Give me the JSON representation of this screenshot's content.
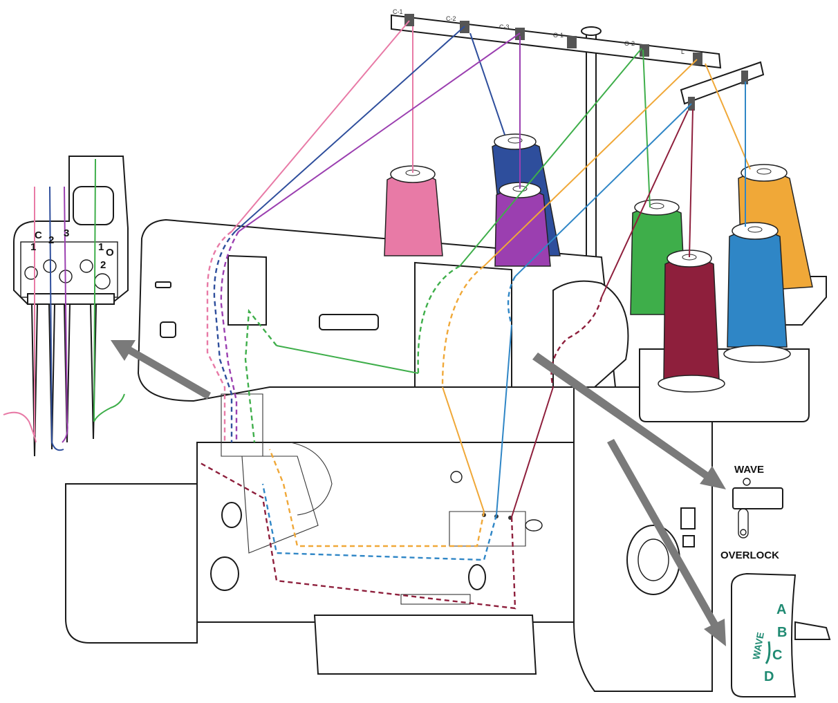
{
  "colors": {
    "pink": "#e87aa6",
    "navy": "#2e4e9c",
    "purple": "#9b3fb0",
    "green": "#3eae4a",
    "orange": "#f0a838",
    "lightblue": "#2f86c6",
    "maroon": "#8e1f3c",
    "arrow": "#7a7a7a",
    "dial_teal": "#1f8a72",
    "outline": "#1a1a1a"
  },
  "thread_guides": {
    "labels": [
      "C-1",
      "C-2",
      "C-3",
      "O-1",
      "O-2",
      "L"
    ]
  },
  "needle_detail": {
    "labels": {
      "c": "C",
      "n1": "1",
      "n2": "2",
      "n3": "3",
      "o_num1": "1",
      "o_letter": "O",
      "o_num2": "2"
    }
  },
  "switch_detail": {
    "top_label": "WAVE",
    "bottom_label": "OVERLOCK"
  },
  "dial_detail": {
    "wave_label": "WAVE",
    "letters": [
      "A",
      "B",
      "C",
      "D"
    ]
  }
}
